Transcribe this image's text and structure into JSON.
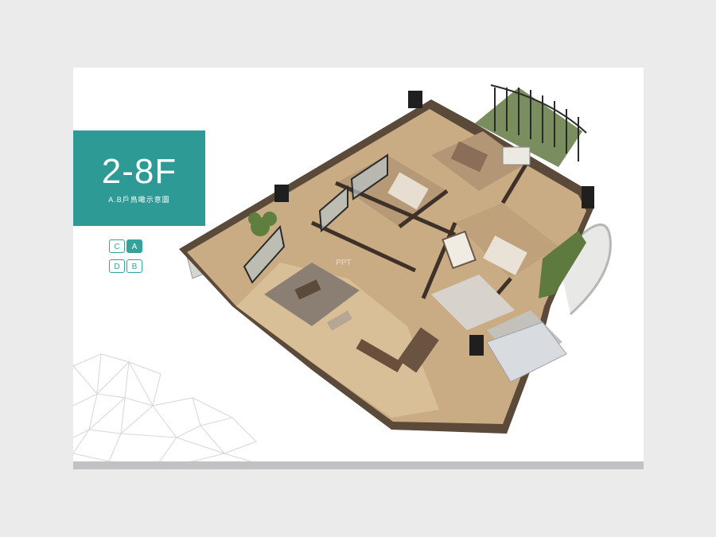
{
  "badge": {
    "floor_label": "2-8F",
    "subtitle": "A.B戶鳥瞰示意圖",
    "color": "#2e9a96"
  },
  "unit_key": {
    "rows": [
      [
        "C",
        "A"
      ],
      [
        "D",
        "B"
      ]
    ],
    "active": "A",
    "accent": "#37a19b"
  },
  "illustration": {
    "icon": "isometric-floorplan-3d-render",
    "rooms": [
      "master-bedroom",
      "bedroom",
      "bedroom",
      "living-room",
      "dining-room",
      "kitchen",
      "bathroom",
      "balcony",
      "courtyard-garden"
    ]
  }
}
